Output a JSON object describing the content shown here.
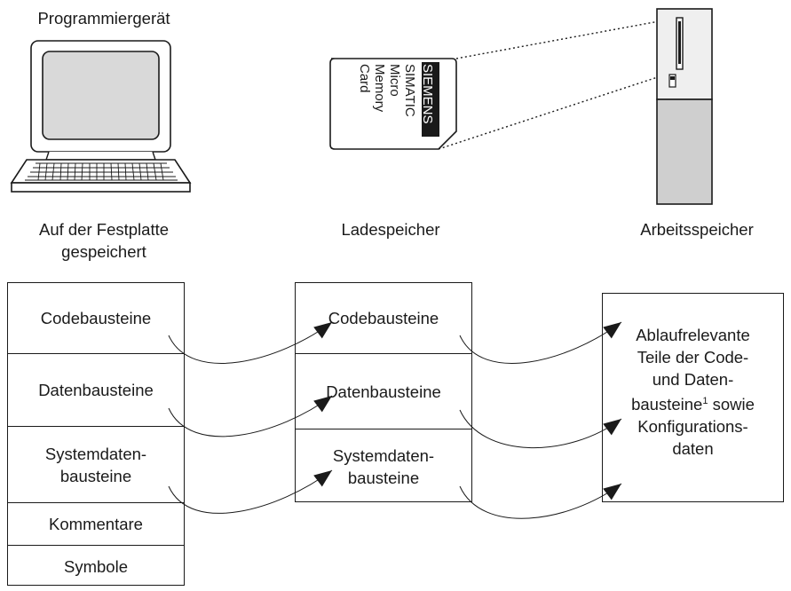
{
  "titles": {
    "programmer": "Programmiergerät",
    "hdd": "Auf der Festplatte\ngespeichert",
    "load_memory": "Ladespeicher",
    "work_memory": "Arbeitsspeicher"
  },
  "card": {
    "brand": "SIEMENS",
    "line1": "SIMATIC",
    "line2": "Micro",
    "line3": "Memory",
    "line4": "Card"
  },
  "left_column": [
    "Codebausteine",
    "Datenbausteine",
    "Systemdaten-\nbausteine",
    "Kommentare",
    "Symbole"
  ],
  "middle_column": [
    "Codebausteine",
    "Datenbausteine",
    "Systemdaten-\nbausteine"
  ],
  "right_box": {
    "line1": "Ablaufrelevante",
    "line2": "Teile der Code-",
    "line3": "und Daten-",
    "line4_pre": "bausteine",
    "line4_sup": "1",
    "line4_post": " sowie",
    "line5": "Konfigurations-",
    "line6": "daten"
  }
}
